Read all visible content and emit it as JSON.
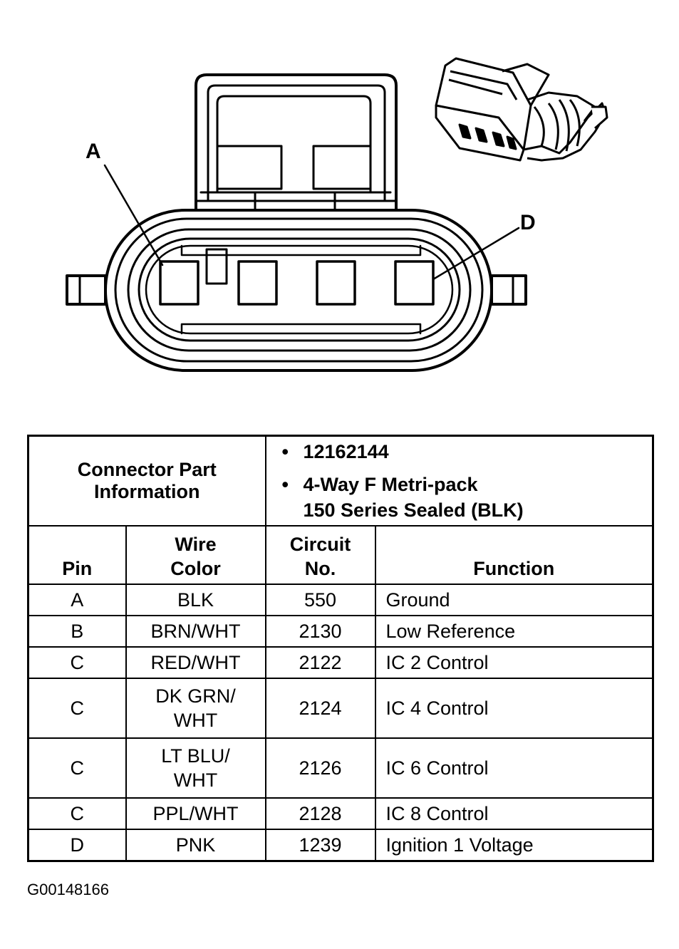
{
  "diagram": {
    "pin_labels": [
      "A",
      "D"
    ]
  },
  "table": {
    "part_info_label": [
      "Connector Part",
      "Information"
    ],
    "part_info_values": [
      "12162144",
      "4-Way F Metri-pack",
      "150 Series Sealed (BLK)"
    ],
    "bullet": "•",
    "columns": {
      "pin": "Pin",
      "wire_color": [
        "Wire",
        "Color"
      ],
      "circuit": [
        "Circuit",
        "No."
      ],
      "function": "Function"
    },
    "rows": [
      {
        "pin": "A",
        "wire_color": [
          "BLK"
        ],
        "circuit": "550",
        "function": "Ground"
      },
      {
        "pin": "B",
        "wire_color": [
          "BRN/WHT"
        ],
        "circuit": "2130",
        "function": "Low Reference"
      },
      {
        "pin": "C",
        "wire_color": [
          "RED/WHT"
        ],
        "circuit": "2122",
        "function": "IC 2 Control"
      },
      {
        "pin": "C",
        "wire_color": [
          "DK GRN/",
          "WHT"
        ],
        "circuit": "2124",
        "function": "IC 4 Control"
      },
      {
        "pin": "C",
        "wire_color": [
          "LT BLU/",
          "WHT"
        ],
        "circuit": "2126",
        "function": "IC 6 Control"
      },
      {
        "pin": "C",
        "wire_color": [
          "PPL/WHT"
        ],
        "circuit": "2128",
        "function": "IC 8 Control"
      },
      {
        "pin": "D",
        "wire_color": [
          "PNK"
        ],
        "circuit": "1239",
        "function": "Ignition 1 Voltage"
      }
    ]
  },
  "footer_id": "G00148166"
}
